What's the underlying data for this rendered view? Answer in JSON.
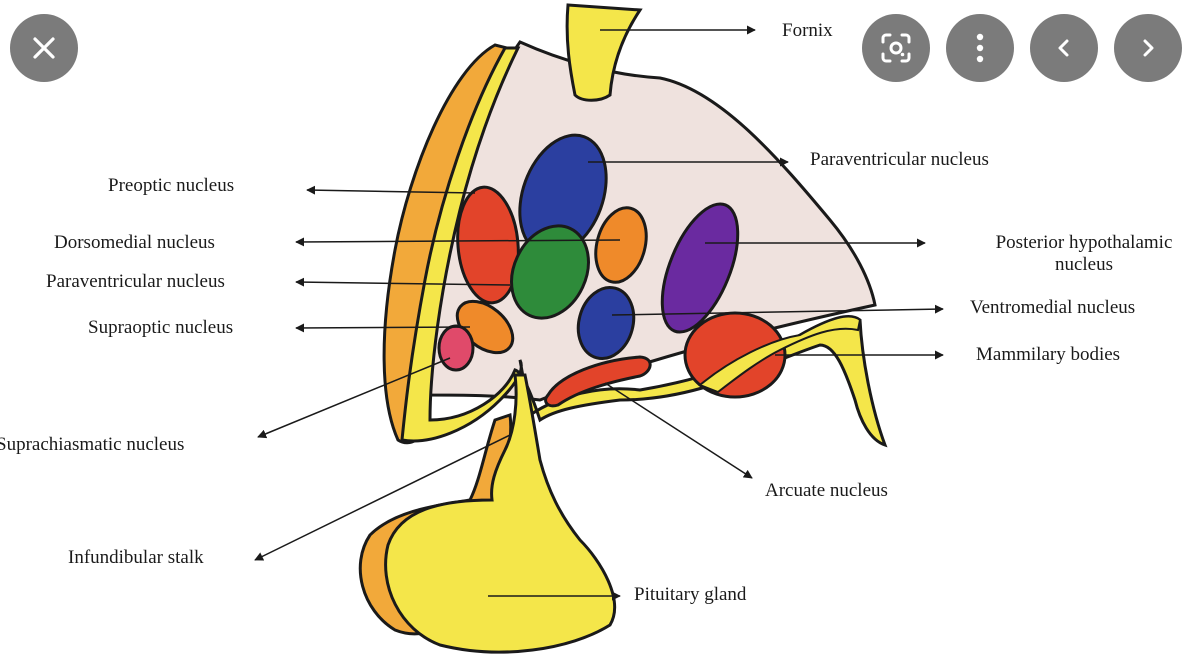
{
  "labels": {
    "fornix": "Fornix",
    "paraventricular_right": "Paraventricular nucleus",
    "preoptic": "Preoptic nucleus",
    "dorsomedial": "Dorsomedial nucleus",
    "paraventricular_left": "Paraventricular nucleus",
    "supraoptic": "Supraoptic nucleus",
    "suprachiasmatic": "Suprachiasmatic nucleus",
    "posterior_hypothalamic": "Posterior hypothalamic nucleus",
    "ventromedial": "Ventromedial nucleus",
    "mammilary": "Mammilary bodies",
    "arcuate": "Arcuate nucleus",
    "infundibular": "Infundibular stalk",
    "pituitary": "Pituitary gland"
  },
  "controls": [
    {
      "name": "close-icon"
    },
    {
      "name": "lens-search-icon"
    },
    {
      "name": "more-vertical-icon"
    },
    {
      "name": "chevron-left-icon"
    },
    {
      "name": "chevron-right-icon"
    }
  ],
  "colors": {
    "tissue": "#efe2de",
    "yellow": "#f4e64a",
    "orange_band": "#f2a93a",
    "red": "#e2442a",
    "blue": "#2b3fa0",
    "green": "#2e8b3a",
    "orange_nucleus": "#ef8a2a",
    "purple": "#6a2aa0",
    "pink": "#e04a6a",
    "control_bg": "#7b7b7b"
  }
}
